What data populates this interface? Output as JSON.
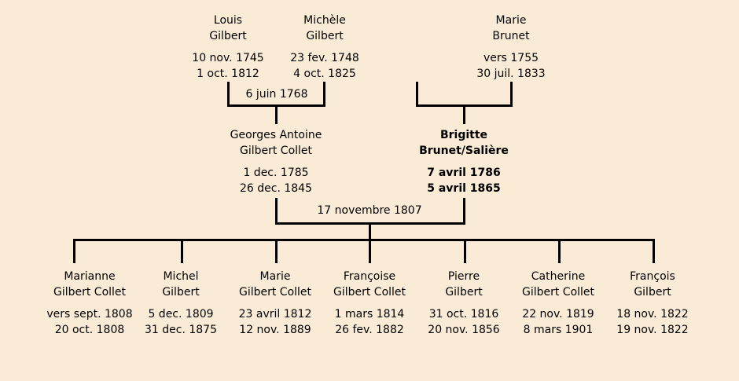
{
  "colors": {
    "background": "#faebd7",
    "line": "#000000",
    "text": "#000000"
  },
  "persons": [
    {
      "name1": "Louis",
      "name2": "Gilbert",
      "birth": "10 nov. 1745",
      "death": "1 oct. 1812"
    },
    {
      "name1": "Michèle",
      "name2": "Gilbert",
      "birth": "23 fev. 1748",
      "death": "4 oct. 1825"
    },
    {
      "name1": "Marie",
      "name2": "Brunet",
      "birth": "vers 1755",
      "death": "30 juil. 1833"
    },
    {
      "name1": "Georges Antoine",
      "name2": "Gilbert Collet",
      "birth": "1 dec. 1785",
      "death": "26 dec. 1845"
    },
    {
      "name1": "Brigitte",
      "name2": "Brunet/Salière",
      "birth": "7 avril 1786",
      "death": "5 avril 1865"
    },
    {
      "name1": "Marianne",
      "name2": "Gilbert Collet",
      "birth": "vers sept. 1808",
      "death": "20 oct. 1808"
    },
    {
      "name1": "Michel",
      "name2": "Gilbert",
      "birth": "5 dec. 1809",
      "death": "31 dec. 1875"
    },
    {
      "name1": "Marie",
      "name2": "Gilbert Collet",
      "birth": "23 avril 1812",
      "death": "12 nov. 1889"
    },
    {
      "name1": "Françoise",
      "name2": "Gilbert Collet",
      "birth": "1 mars 1814",
      "death": "26 fev. 1882"
    },
    {
      "name1": "Pierre",
      "name2": "Gilbert",
      "birth": "31 oct. 1816",
      "death": "20 nov. 1856"
    },
    {
      "name1": "Catherine",
      "name2": "Gilbert Collet",
      "birth": "22 nov. 1819",
      "death": "8 mars 1901"
    },
    {
      "name1": "François",
      "name2": "Gilbert",
      "birth": "18 nov. 1822",
      "death": "19 nov. 1822"
    }
  ],
  "marriages": [
    {
      "date": "6 juin 1768"
    },
    {
      "date": "17 novembre 1807"
    }
  ]
}
